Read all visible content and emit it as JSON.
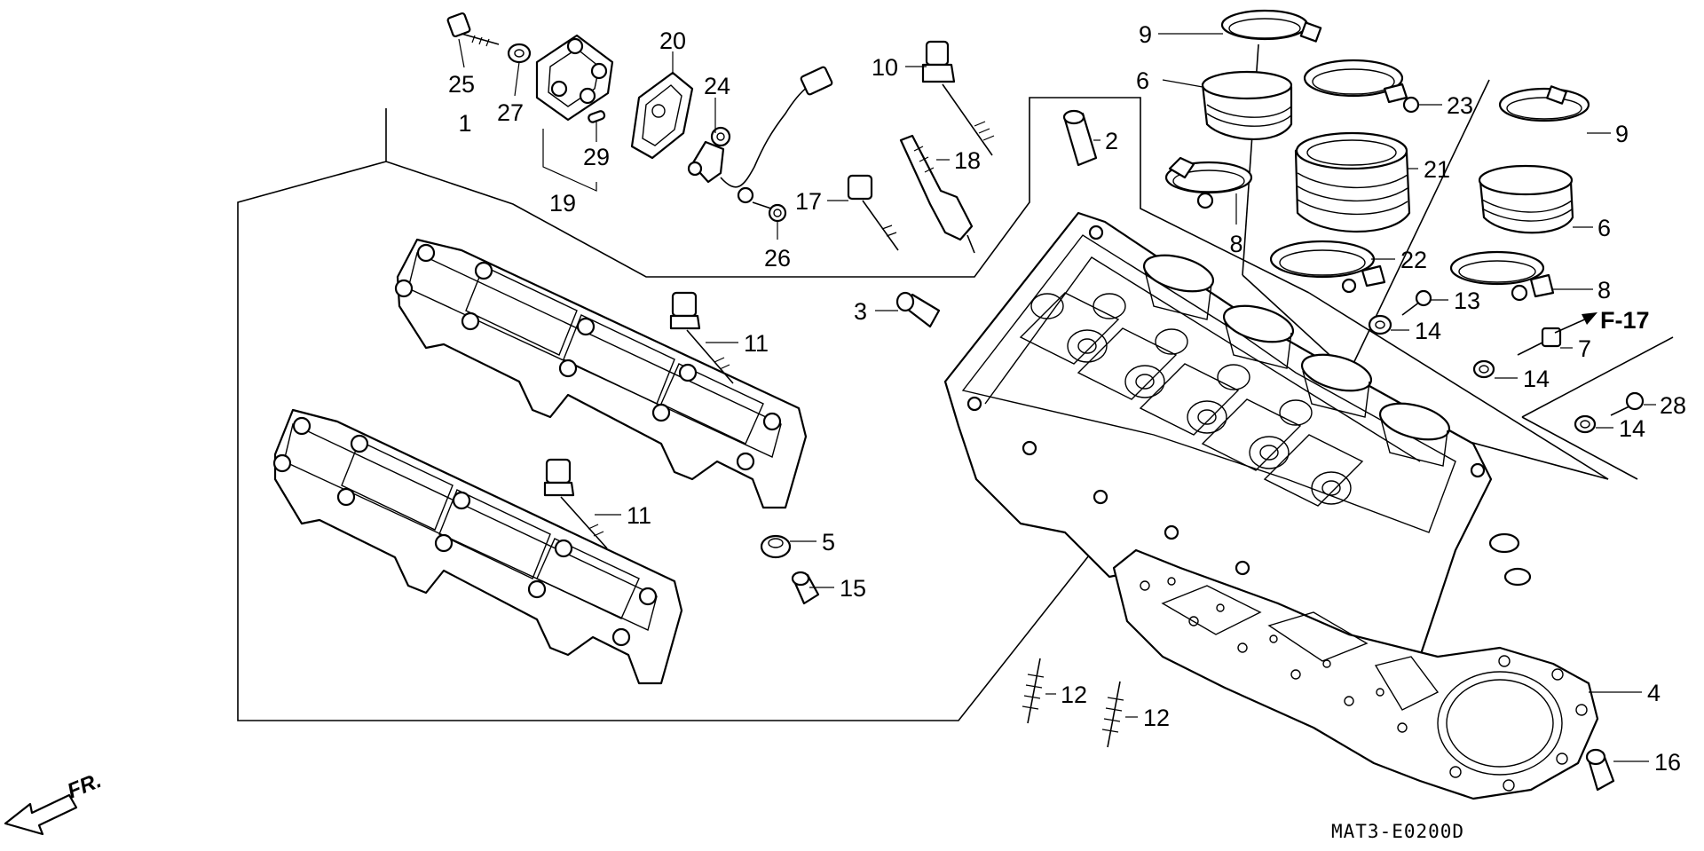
{
  "figure": {
    "code": "MAT3-E0200D",
    "direction_label": "FR.",
    "reference_label": "F-17"
  },
  "callouts": [
    {
      "id": "c1",
      "text": "1"
    },
    {
      "id": "c2",
      "text": "2"
    },
    {
      "id": "c3",
      "text": "3"
    },
    {
      "id": "c4",
      "text": "4"
    },
    {
      "id": "c5",
      "text": "5"
    },
    {
      "id": "c6a",
      "text": "6"
    },
    {
      "id": "c6b",
      "text": "6"
    },
    {
      "id": "c7",
      "text": "7"
    },
    {
      "id": "c8a",
      "text": "8"
    },
    {
      "id": "c8b",
      "text": "8"
    },
    {
      "id": "c9a",
      "text": "9"
    },
    {
      "id": "c9b",
      "text": "9"
    },
    {
      "id": "c10",
      "text": "10"
    },
    {
      "id": "c11a",
      "text": "11"
    },
    {
      "id": "c11b",
      "text": "11"
    },
    {
      "id": "c12a",
      "text": "12"
    },
    {
      "id": "c12b",
      "text": "12"
    },
    {
      "id": "c13",
      "text": "13"
    },
    {
      "id": "c14a",
      "text": "14"
    },
    {
      "id": "c14b",
      "text": "14"
    },
    {
      "id": "c14c",
      "text": "14"
    },
    {
      "id": "c15",
      "text": "15"
    },
    {
      "id": "c16",
      "text": "16"
    },
    {
      "id": "c17",
      "text": "17"
    },
    {
      "id": "c18",
      "text": "18"
    },
    {
      "id": "c19",
      "text": "19"
    },
    {
      "id": "c20",
      "text": "20"
    },
    {
      "id": "c21",
      "text": "21"
    },
    {
      "id": "c22",
      "text": "22"
    },
    {
      "id": "c23",
      "text": "23"
    },
    {
      "id": "c24",
      "text": "24"
    },
    {
      "id": "c25",
      "text": "25"
    },
    {
      "id": "c26",
      "text": "26"
    },
    {
      "id": "c27",
      "text": "27"
    },
    {
      "id": "c28",
      "text": "28"
    },
    {
      "id": "c29",
      "text": "29"
    }
  ]
}
